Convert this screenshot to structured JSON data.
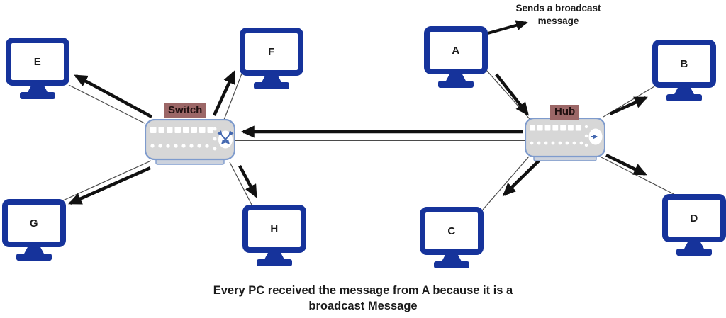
{
  "colors": {
    "monitor-blue": "#16339B",
    "device-fill": "#D7D7D7",
    "device-border": "#7E9BCD",
    "label-bg": "#9C6767",
    "label-text": "#201010",
    "arrow-color": "#111111",
    "icon-blue": "#4468B0",
    "wire-color": "#4A4A4A"
  },
  "pcs": {
    "E": {
      "label": "E"
    },
    "F": {
      "label": "F"
    },
    "G": {
      "label": "G"
    },
    "H": {
      "label": "H"
    },
    "A": {
      "label": "A"
    },
    "B": {
      "label": "B"
    },
    "C": {
      "label": "C"
    },
    "D": {
      "label": "D"
    }
  },
  "devices": {
    "switch": {
      "label": "Switch"
    },
    "hub": {
      "label": "Hub"
    }
  },
  "annotation": {
    "text": "Sends a broadcast\nmessage"
  },
  "caption": {
    "text": "Every PC received the message from A because it is a\nbroadcast Message"
  },
  "connections": [
    {
      "from": "Switch",
      "to": "E"
    },
    {
      "from": "Switch",
      "to": "F"
    },
    {
      "from": "Switch",
      "to": "G"
    },
    {
      "from": "Switch",
      "to": "H"
    },
    {
      "from": "Hub",
      "to": "Switch"
    },
    {
      "from": "A",
      "to": "Hub"
    },
    {
      "from": "Hub",
      "to": "B"
    },
    {
      "from": "Hub",
      "to": "C"
    },
    {
      "from": "Hub",
      "to": "D"
    }
  ]
}
